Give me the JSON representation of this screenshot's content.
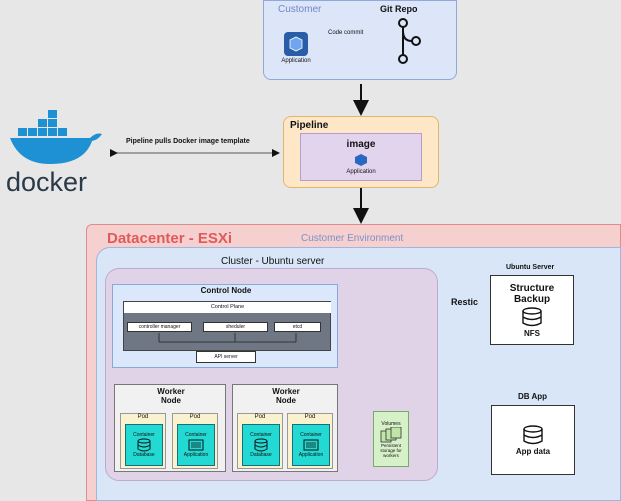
{
  "customer": {
    "title": "Customer",
    "app_label": "Application",
    "arrow_label": "Code commit",
    "repo_title": "Git Repo"
  },
  "docker": {
    "logo_text": "docker",
    "pipeline_text": "Pipeline pulls Docker image template"
  },
  "pipeline": {
    "title": "Pipeline",
    "image_title": "image",
    "app_label": "Application"
  },
  "datacenter": {
    "title": "Datacenter - ESXi",
    "env_label": "Customer Environment"
  },
  "cluster": {
    "title": "Cluster - Ubuntu server"
  },
  "control_node": {
    "title": "Control Node",
    "control_plane": "Control Plane",
    "controller_manager": "controller manager",
    "scheduler": "sheduler",
    "etcd": "etcd",
    "api_server": "API server"
  },
  "worker_nodes": [
    {
      "title": "Worker\nNode",
      "pods": [
        {
          "label": "Pod",
          "container": "Container",
          "item": "Database",
          "icon": "database-icon"
        },
        {
          "label": "Pod",
          "container": "Container",
          "item": "Application",
          "icon": "server-icon"
        }
      ]
    },
    {
      "title": "Worker\nNode",
      "pods": [
        {
          "label": "Pod",
          "container": "Container",
          "item": "Database",
          "icon": "database-icon"
        },
        {
          "label": "Pod",
          "container": "Container",
          "item": "Application",
          "icon": "server-icon"
        }
      ]
    }
  ],
  "volumes": {
    "title": "Volumes",
    "desc": "Persistent storage for workers"
  },
  "restic": {
    "label": "Restic"
  },
  "ubuntu_server": {
    "title": "Ubuntu Server",
    "box_title": "Structure Backup",
    "nfs": "NFS"
  },
  "db_app": {
    "title": "DB App",
    "data_label": "App data"
  },
  "colors": {
    "customer_fill": "#dde6f8",
    "pipeline_fill": "#fde7c6",
    "datacenter_fill": "#f6cfcf",
    "cluster_fill": "#d9e6f7",
    "control_fill": "#dbe7fb",
    "pod_fill": "#faf1ce",
    "container_fill": "#23d9d3",
    "volumes_fill": "#d6f0c8"
  }
}
